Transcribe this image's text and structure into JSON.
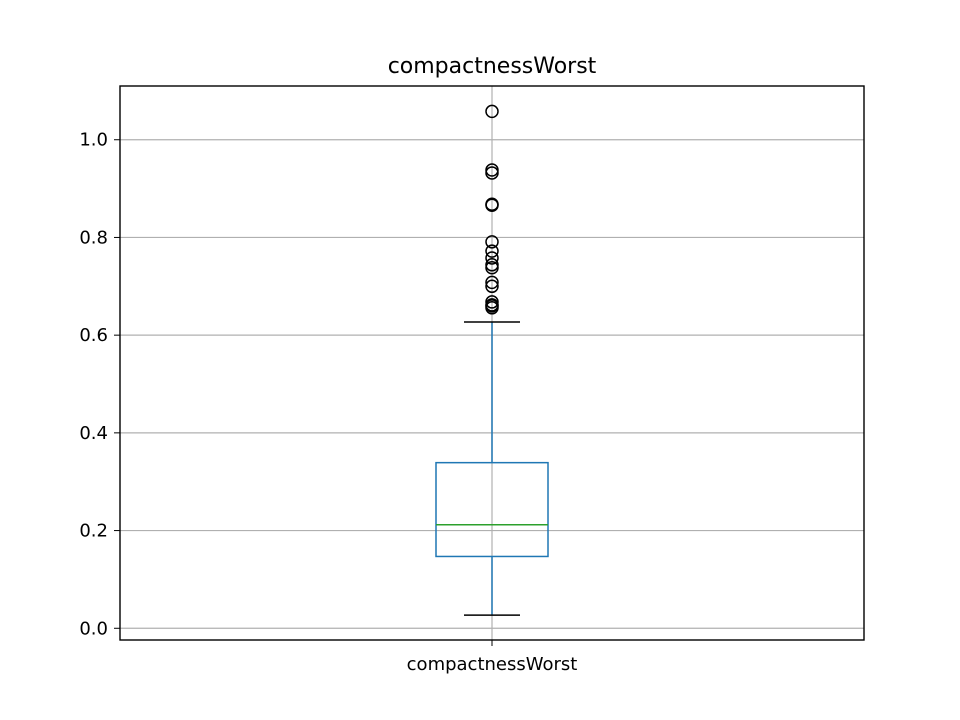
{
  "chart_data": {
    "type": "box",
    "title": "compactnessWorst",
    "xlabel": "",
    "ylabel": "",
    "categories": [
      "compactnessWorst"
    ],
    "ylim": [
      -0.024,
      1.11
    ],
    "yticks": [
      0.0,
      0.2,
      0.4,
      0.6,
      0.8,
      1.0
    ],
    "ytick_labels": [
      "0.0",
      "0.2",
      "0.4",
      "0.6",
      "0.8",
      "1.0"
    ],
    "grid": true,
    "box": {
      "whisker_low": 0.027,
      "q1": 0.147,
      "median": 0.212,
      "q3": 0.339,
      "whisker_high": 0.627,
      "outliers": [
        1.058,
        0.938,
        0.932,
        0.868,
        0.866,
        0.791,
        0.772,
        0.758,
        0.744,
        0.738,
        0.708,
        0.7,
        0.668,
        0.662,
        0.66,
        0.656
      ]
    },
    "colors": {
      "box": "#1f77b4",
      "median": "#2ca02c",
      "cap": "#000000",
      "outlier_edge": "#000000",
      "grid": "#b0b0b0",
      "axes": "#000000"
    }
  }
}
